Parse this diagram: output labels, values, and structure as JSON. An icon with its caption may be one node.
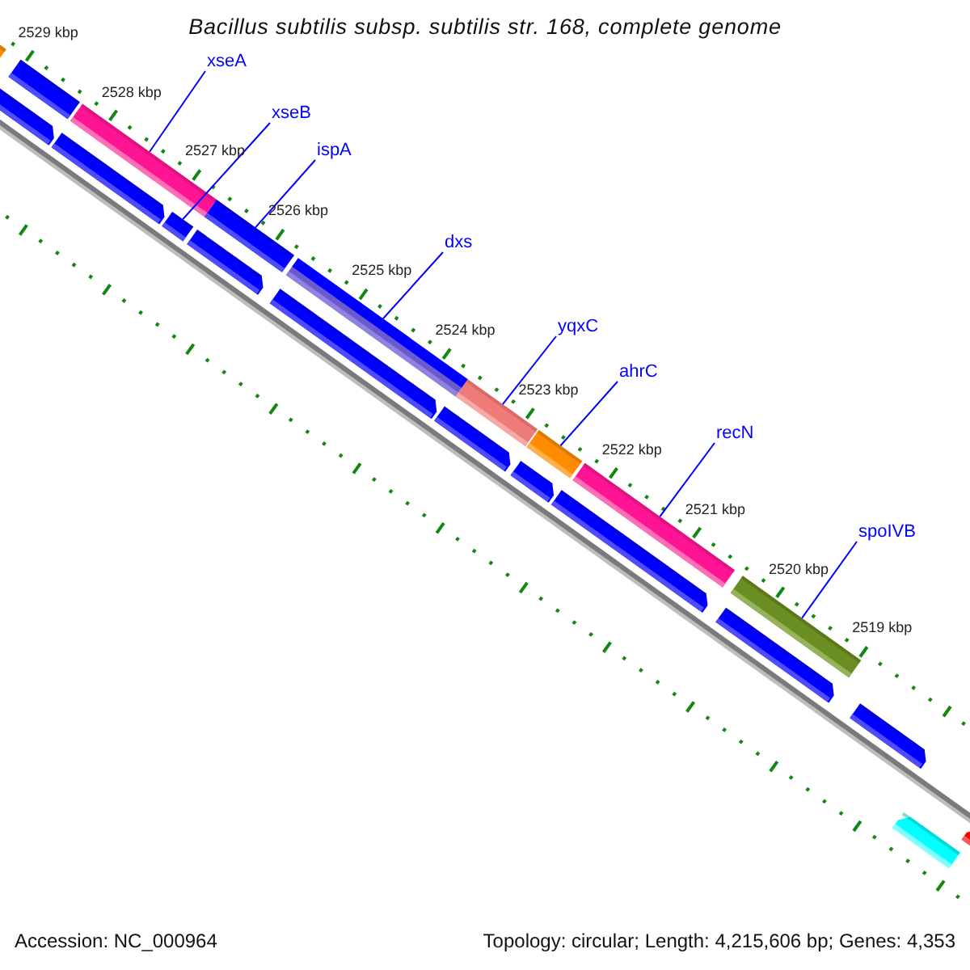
{
  "diagram": {
    "title": "Bacillus subtilis subsp. subtilis str. 168, complete genome",
    "nodes": [
      {
        "text": [
          "xseA"
        ]
      },
      {
        "text": [
          "xseB"
        ]
      },
      {
        "text": [
          "ispA"
        ]
      },
      {
        "text": [
          "dxs"
        ]
      },
      {
        "text": [
          "yqxC"
        ]
      },
      {
        "text": [
          "ahrC"
        ]
      },
      {
        "text": [
          "recN"
        ]
      },
      {
        "text": [
          "spoIVB"
        ]
      },
      {
        "text": [],
        "shape": "bar"
      },
      {
        "text": [],
        "shape": "bar"
      },
      {
        "text": [],
        "shape": "bar"
      },
      {
        "text": [],
        "shape": "bar"
      },
      {
        "text": [],
        "shape": "bar"
      },
      {
        "text": [],
        "shape": "bar"
      },
      {
        "text": [],
        "shape": "bar"
      },
      {
        "text": [],
        "shape": "bar"
      },
      {
        "text": [],
        "shape": "bar"
      },
      {
        "text": [],
        "shape": "bar"
      },
      {
        "text": [],
        "shape": "bar"
      },
      {
        "text": [],
        "shape": "bar"
      },
      {
        "text": [],
        "shape": "bar"
      },
      {
        "text": [],
        "shape": "bar"
      },
      {
        "text": [],
        "shape": "bar"
      },
      {
        "text": [],
        "shape": "bar"
      },
      {
        "text": [],
        "shape": "bar"
      },
      {
        "text": [],
        "shape": "bar"
      },
      {
        "text": [],
        "shape": "bar"
      },
      {
        "text": [],
        "shape": "bar"
      },
      {
        "text": [],
        "shape": "bar"
      }
    ],
    "edges": [
      {
        "from": 0,
        "to": 8,
        "arrow": "none"
      },
      {
        "from": 1,
        "to": 9,
        "arrow": "none"
      },
      {
        "from": 2,
        "to": 10,
        "arrow": "none"
      },
      {
        "from": 3,
        "to": 11,
        "arrow": "none"
      },
      {
        "from": 4,
        "to": 12,
        "arrow": "none"
      },
      {
        "from": 5,
        "to": 13,
        "arrow": "none"
      },
      {
        "from": 6,
        "to": 14,
        "arrow": "none"
      },
      {
        "from": 7,
        "to": 15,
        "arrow": "none"
      }
    ],
    "labels": [
      "2529 kbp",
      "2528 kbp",
      "2527 kbp",
      "2526 kbp",
      "2525 kbp",
      "2524 kbp",
      "2523 kbp",
      "2522 kbp",
      "2521 kbp",
      "2520 kbp",
      "2519 kbp",
      "Accession: NC_000964",
      "Topology: circular; Length: 4,215,606 bp; Genes: 4,353"
    ]
  }
}
